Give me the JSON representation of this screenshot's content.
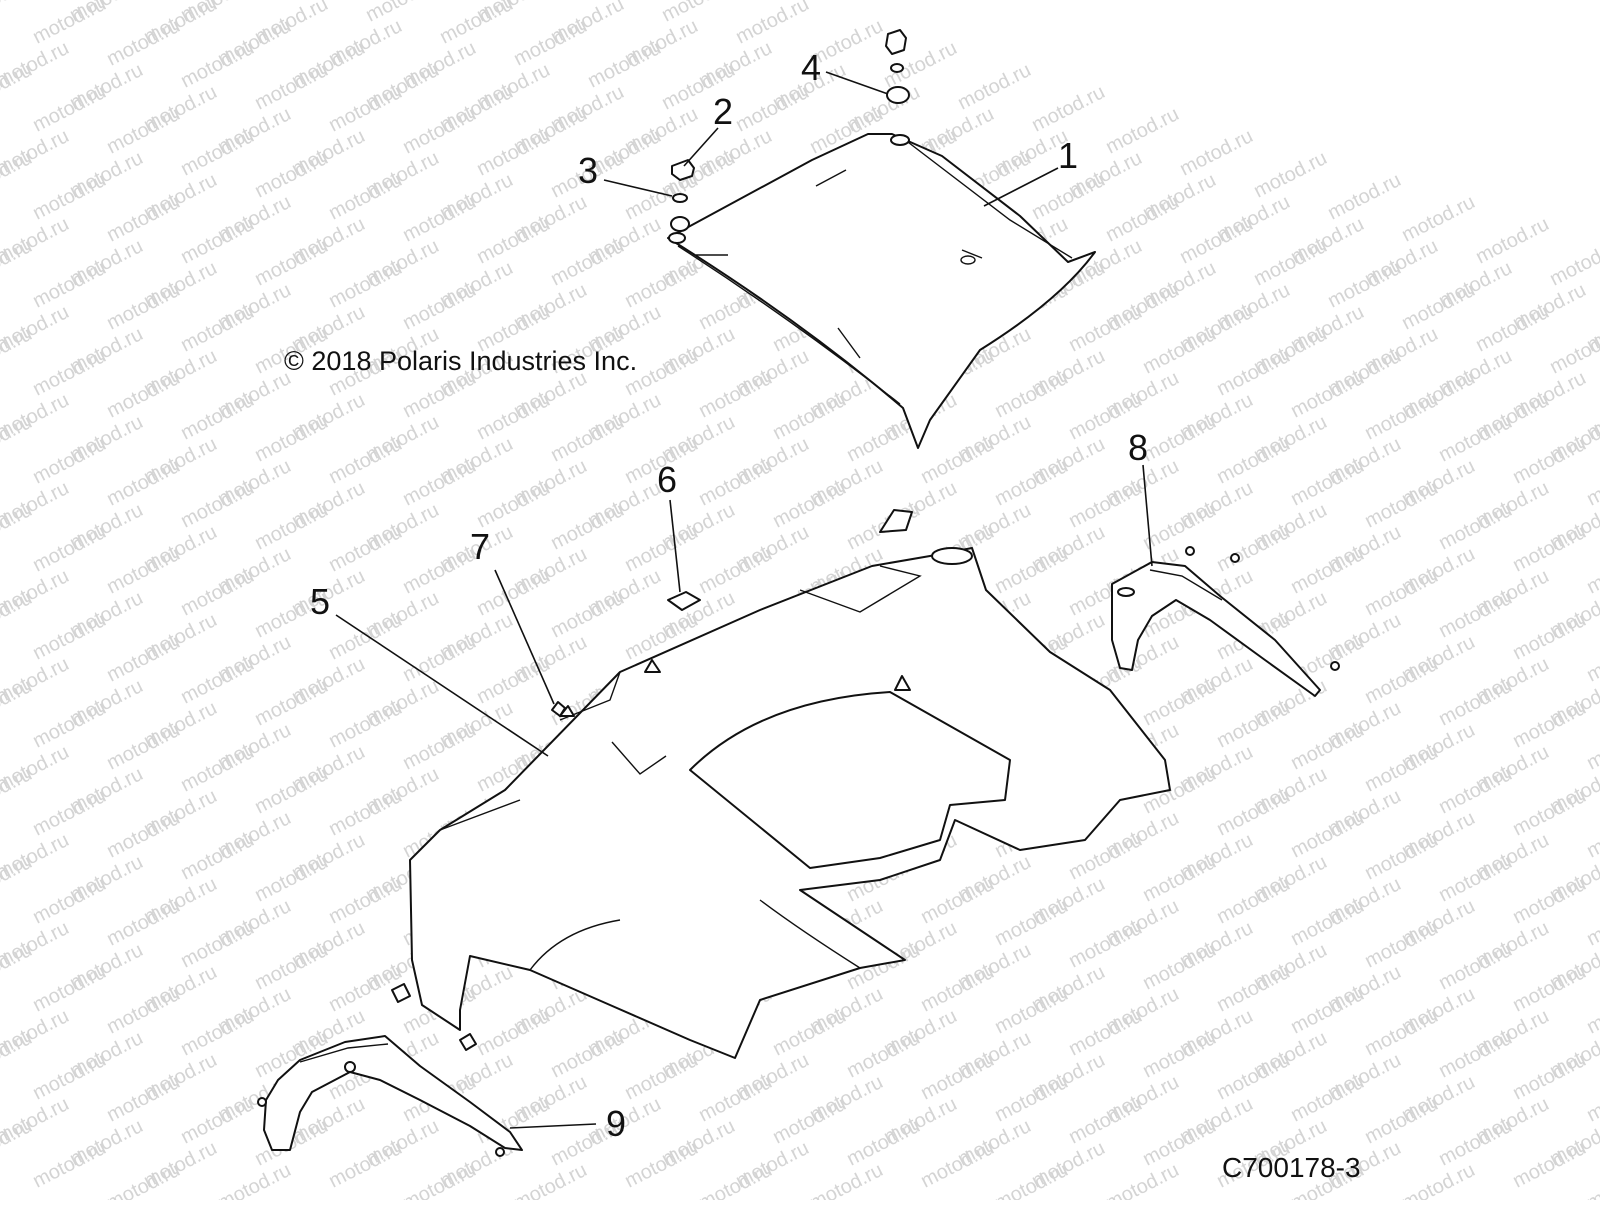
{
  "watermark": "motod.ru",
  "copyright": "© 2018 Polaris Industries Inc.",
  "figure_id": "C700178-3",
  "callouts": [
    "1",
    "2",
    "3",
    "4",
    "5",
    "6",
    "7",
    "8",
    "9"
  ]
}
